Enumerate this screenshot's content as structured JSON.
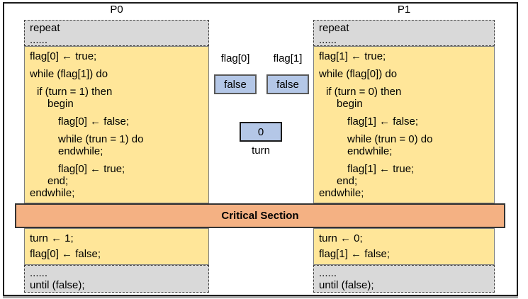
{
  "diagram": {
    "critical_section_label": "Critical Section",
    "processes": [
      {
        "title": "P0",
        "entry_gray": [
          "repeat",
          "......"
        ],
        "code": [
          {
            "t": "flag[0] ← true;",
            "i": 0,
            "g": 1
          },
          {
            "t": "while (flag[1]) do",
            "i": 0,
            "g": 1
          },
          {
            "t": "if (turn = 1) then",
            "i": 1,
            "g": 1
          },
          {
            "t": "begin",
            "i": 2,
            "g": 0
          },
          {
            "t": "flag[0] ← false;",
            "i": 3,
            "g": 1
          },
          {
            "t": "while (trun = 1) do",
            "i": 3,
            "g": 1
          },
          {
            "t": "endwhile;",
            "i": 3,
            "g": 0
          },
          {
            "t": "flag[0] ← true;",
            "i": 3,
            "g": 1
          },
          {
            "t": "end;",
            "i": 2,
            "g": 0
          },
          {
            "t": "endwhile;",
            "i": 0,
            "g": 0
          }
        ],
        "exit_code": [
          "turn ← 1;",
          "flag[0] ← false;"
        ],
        "exit_gray": [
          "......",
          "until (false);"
        ]
      },
      {
        "title": "P1",
        "entry_gray": [
          "repeat",
          "......"
        ],
        "code": [
          {
            "t": "flag[1] ← true;",
            "i": 0,
            "g": 1
          },
          {
            "t": "while (flag[0]) do",
            "i": 0,
            "g": 1
          },
          {
            "t": "if (turn = 0) then",
            "i": 1,
            "g": 1
          },
          {
            "t": "begin",
            "i": 2,
            "g": 0
          },
          {
            "t": "flag[1] ← false;",
            "i": 3,
            "g": 1
          },
          {
            "t": "while (trun = 0) do",
            "i": 3,
            "g": 1
          },
          {
            "t": "endwhile;",
            "i": 3,
            "g": 0
          },
          {
            "t": "flag[1] ← true;",
            "i": 3,
            "g": 1
          },
          {
            "t": "end;",
            "i": 2,
            "g": 0
          },
          {
            "t": "endwhile;",
            "i": 0,
            "g": 0
          }
        ],
        "exit_code": [
          "turn ← 0;",
          "flag[1] ← false;"
        ],
        "exit_gray": [
          "......",
          "until (false);"
        ]
      }
    ],
    "shared_vars": {
      "flags": [
        {
          "label": "flag[0]",
          "value": "false"
        },
        {
          "label": "flag[1]",
          "value": "false"
        }
      ],
      "turn": {
        "value": "0",
        "label": "turn"
      }
    },
    "colors": {
      "code_bg": "#FFE699",
      "gray_bg": "#D9D9D9",
      "critical_bg": "#F4B183",
      "var_box_bg": "#B4C7E7"
    }
  }
}
